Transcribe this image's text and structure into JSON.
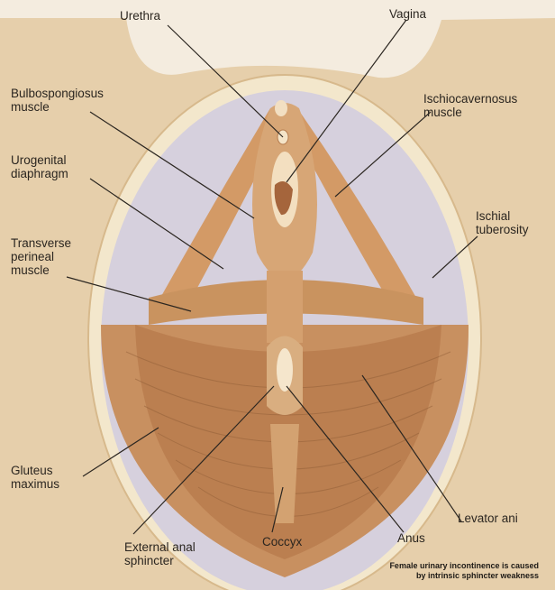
{
  "labels": {
    "urethra": "Urethra",
    "vagina": "Vagina",
    "bulbospongiosus": "Bulbospongiosus\nmuscle",
    "ischiocavernosus": "Ischiocavernosus\nmuscle",
    "urogenital": "Urogenital\ndiaphragm",
    "ischial": "Ischial\ntuberosity",
    "transverse": "Transverse\nperineal\nmuscle",
    "gluteus": "Gluteus\nmaximus",
    "levator": "Levator ani",
    "external": "External anal\nsphincter",
    "coccyx": "Coccyx",
    "anus": "Anus"
  },
  "caption": "Female urinary incontinence is caused\nby intrinsic sphincter weakness",
  "colors": {
    "background": "#f4ecdf",
    "skin": "#e6cfab",
    "membrane": "#d6d0dd",
    "muscle": "#c89060",
    "muscle_dark": "#b5774a",
    "leader": "#2b2620"
  }
}
